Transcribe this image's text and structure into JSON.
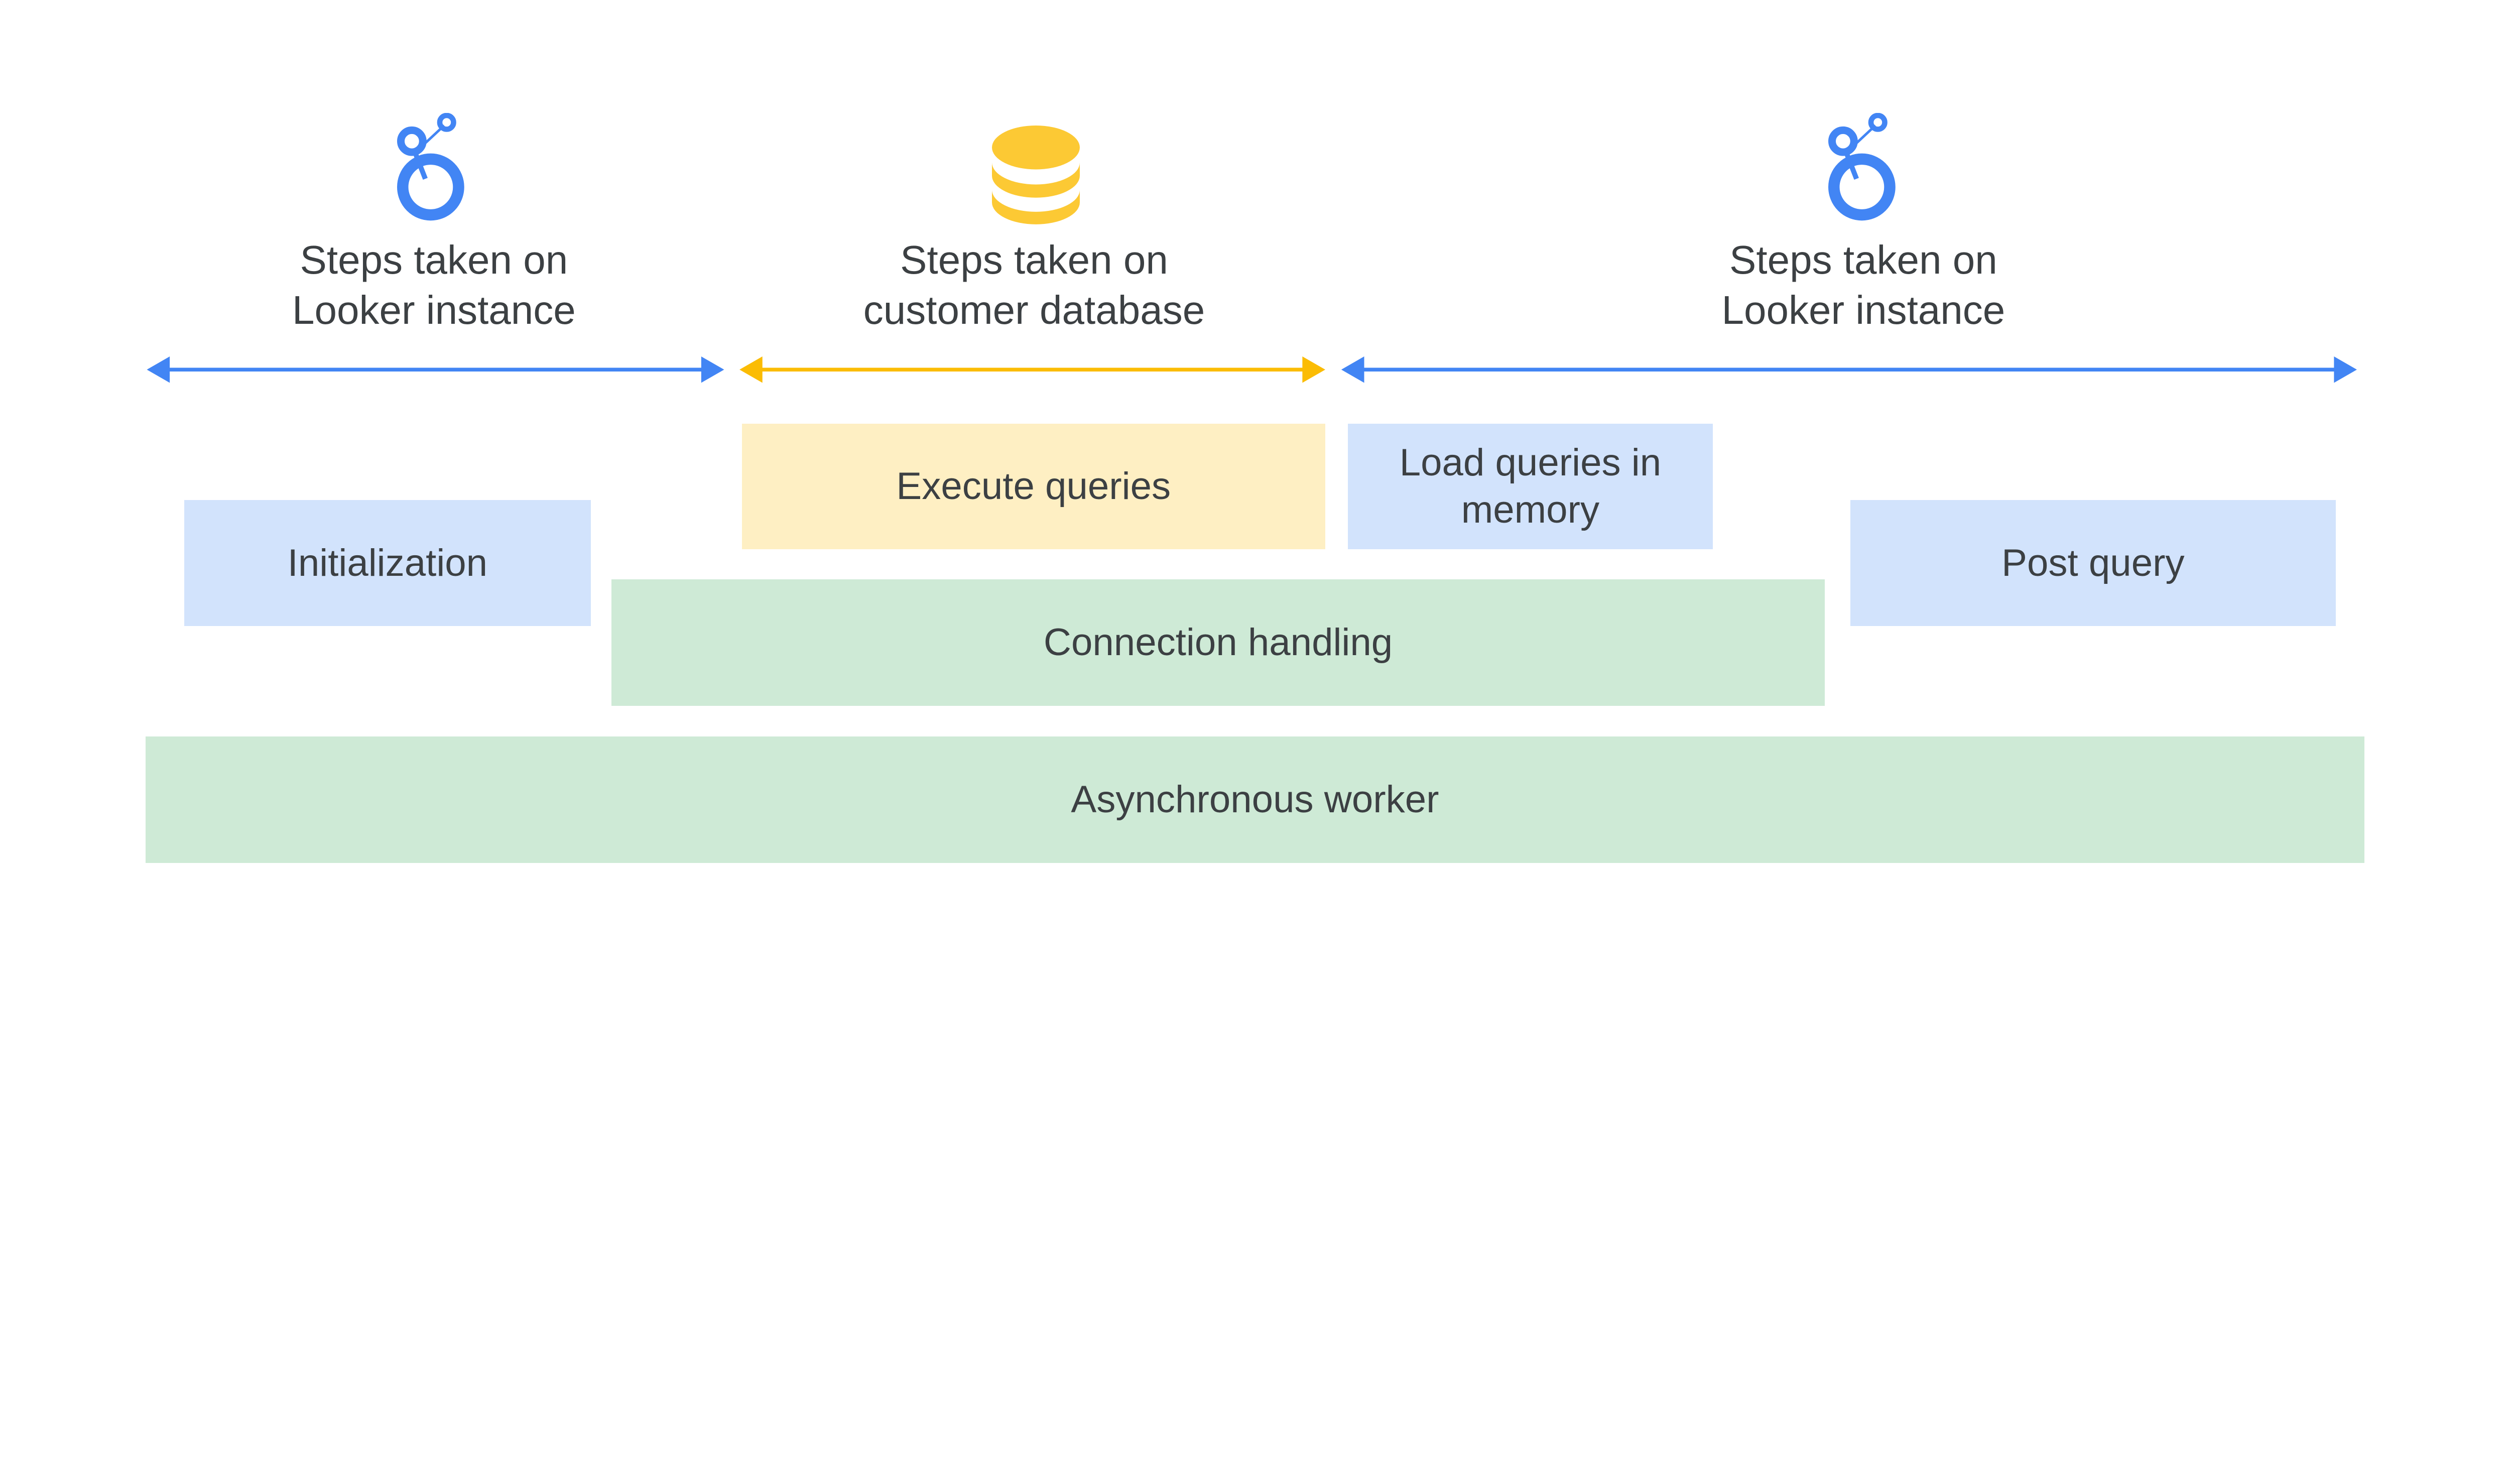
{
  "colors": {
    "blue": "#4285f4",
    "yellow": "#fbbc04",
    "blue_fill": "#d2e3fc",
    "yellow_fill": "#feefc3",
    "green_fill": "#ceead6",
    "text": "#3c4043"
  },
  "sections": [
    {
      "icon": "looker-logo-icon",
      "line1": "Steps taken on",
      "line2": "Looker instance",
      "arrow_color": "blue"
    },
    {
      "icon": "database-icon",
      "line1": "Steps taken on",
      "line2": "customer database",
      "arrow_color": "yellow"
    },
    {
      "icon": "looker-logo-icon",
      "line1": "Steps taken on",
      "line2": "Looker instance",
      "arrow_color": "blue"
    }
  ],
  "boxes": {
    "execute_queries": "Execute queries",
    "load_queries": "Load queries in memory",
    "initialization": "Initialization",
    "post_query": "Post query",
    "connection_handling": "Connection handling",
    "asynchronous_worker": "Asynchronous worker"
  }
}
